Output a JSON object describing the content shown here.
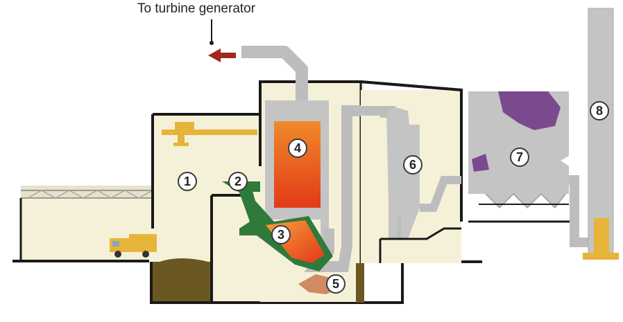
{
  "diagram": {
    "top_label": "To turbine generator",
    "component_numbers": [
      "1",
      "2",
      "3",
      "4",
      "5",
      "6",
      "7",
      "8"
    ]
  },
  "colors": {
    "building": "#f5f1d8",
    "outline": "#1a1a1a",
    "duct_gray": "#bdbdbd",
    "boiler_red": "#e8501c",
    "furnace_green": "#2f7a3a",
    "crane_yellow": "#e7b43a",
    "waste_brown": "#6b5722",
    "ash_orange": "#d08a64",
    "scrubber_purple": "#7b4a8e",
    "arrow_red": "#9e2a1a"
  }
}
